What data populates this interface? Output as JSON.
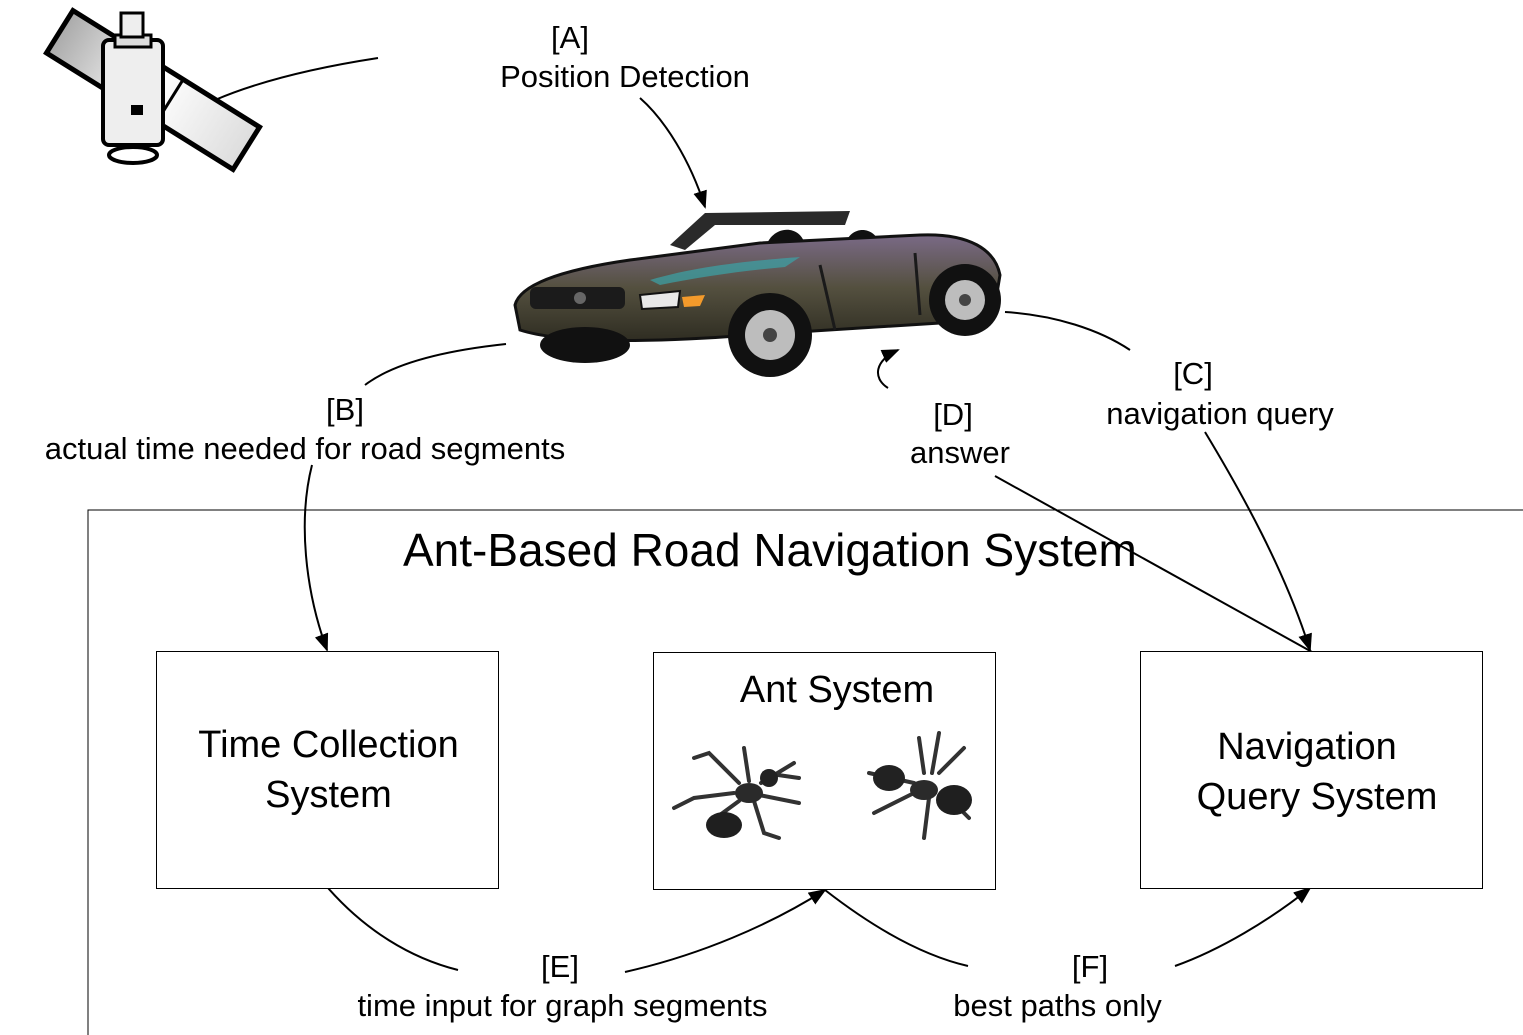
{
  "labels": {
    "a_tag": "[A]",
    "a_text": "Position Detection",
    "b_tag": "[B]",
    "b_text": "actual time needed for road segments",
    "c_tag": "[C]",
    "c_text": "navigation query",
    "d_tag": "[D]",
    "d_text": "answer",
    "e_tag": "[E]",
    "e_text": "time input for graph segments",
    "f_tag": "[F]",
    "f_text": "best paths only"
  },
  "system": {
    "title": "Ant-Based Road Navigation System",
    "boxes": {
      "time_collection": [
        "Time Collection",
        "System"
      ],
      "ant_system": "Ant System",
      "navigation_query": [
        "Navigation",
        "Query System"
      ]
    }
  },
  "icons": [
    "satellite-icon",
    "car-icon",
    "ant-icon",
    "ant-icon"
  ],
  "colors": {
    "line": "#000000",
    "car_body": "#54503f",
    "car_highlight": "#7a6a86",
    "background": "#ffffff"
  }
}
